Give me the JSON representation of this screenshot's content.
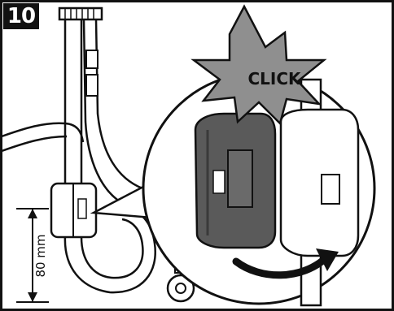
{
  "step": {
    "number": "10"
  },
  "callout": {
    "label": "CLICK"
  },
  "dimension": {
    "label": "80 mm"
  },
  "colors": {
    "ink": "#111111",
    "gray_fill": "#8f8f8f",
    "ferrite_dark": "#5a5a5a",
    "background": "#ffffff"
  }
}
